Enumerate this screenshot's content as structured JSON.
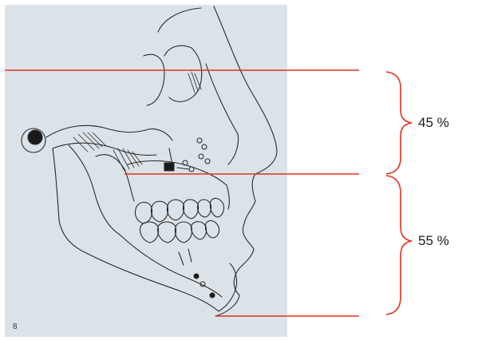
{
  "figure": {
    "label": "8"
  },
  "proportions": {
    "upper": {
      "label": "45 %"
    },
    "lower": {
      "label": "55 %"
    }
  },
  "colors": {
    "panel_bg": "#dbe3e9",
    "red": "#e0321e",
    "ink": "#2a2a2a"
  }
}
